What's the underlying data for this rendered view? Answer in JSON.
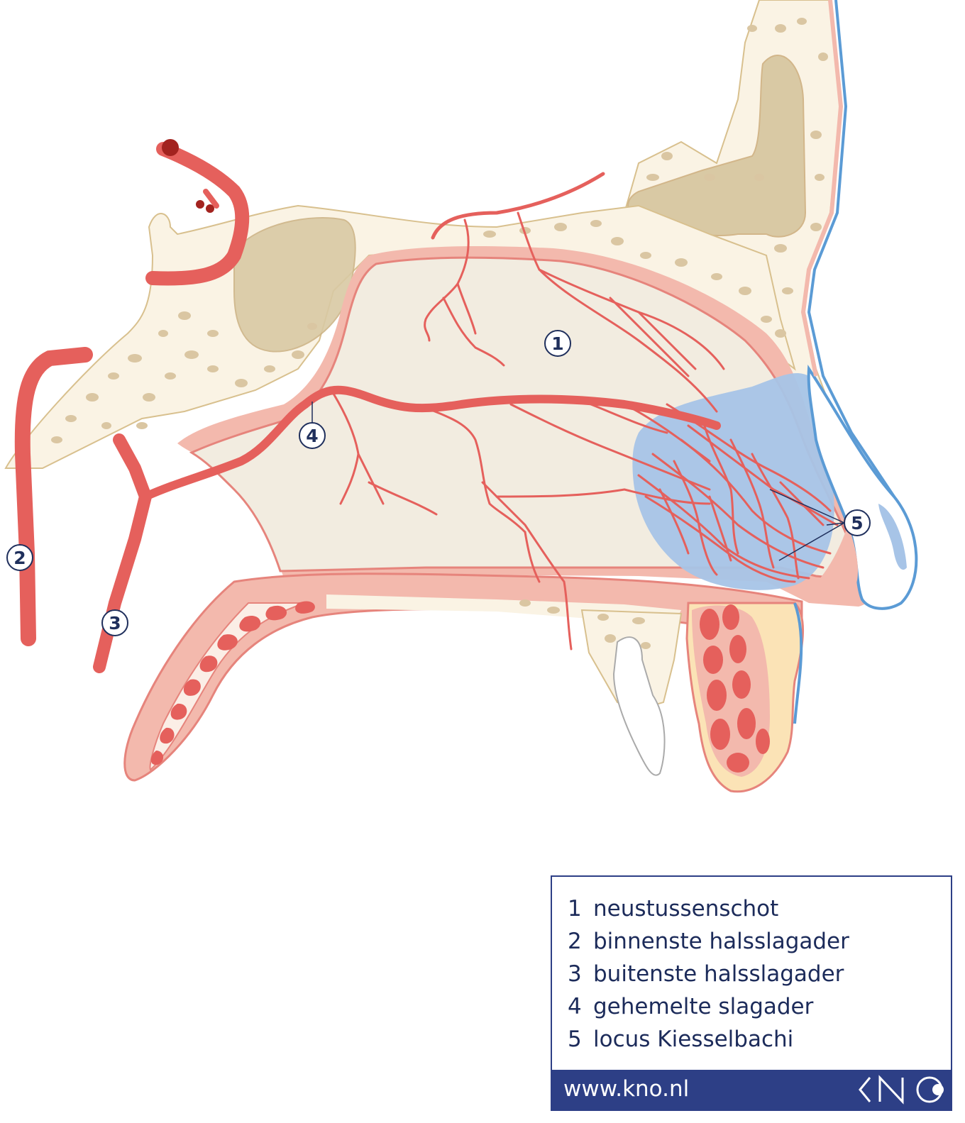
{
  "diagram": {
    "callouts": [
      "1",
      "2",
      "3",
      "4",
      "5"
    ],
    "colors": {
      "artery": "#e5605c",
      "mucosa": "#f3b9ad",
      "septum": "#f2ece0",
      "bone": "#faf3e4",
      "bone_outline": "#d8c08e",
      "bone_spots": "#dac6a2",
      "sinus": "#d9c9a4",
      "plexus": "#a7c4e7",
      "skin_edge": "#5b9bd5",
      "callout_text": "#1f2f5c"
    }
  },
  "legend": {
    "items": [
      {
        "num": "1",
        "label": "neustussenschot"
      },
      {
        "num": "2",
        "label": "binnenste halsslagader"
      },
      {
        "num": "3",
        "label": "buitenste halsslagader"
      },
      {
        "num": "4",
        "label": "gehemelte slagader"
      },
      {
        "num": "5",
        "label": "locus Kiesselbachi"
      }
    ],
    "footer_url": "www.kno.nl",
    "logo": "kno-logo-icon"
  }
}
